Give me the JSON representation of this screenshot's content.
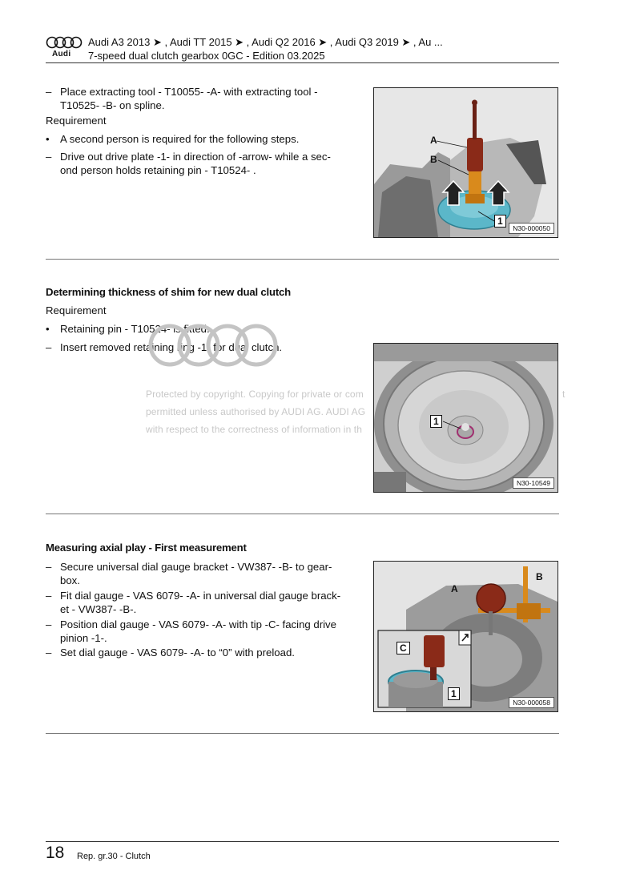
{
  "header": {
    "brand": "Audi",
    "models": "Audi A3 2013 ➤ , Audi TT 2015 ➤ , Audi Q2 2016 ➤ , Audi Q3 2019 ➤ , Au ...",
    "subtitle": "7-speed dual clutch gearbox 0GC - Edition 03.2025"
  },
  "section1": {
    "steps": [
      {
        "marker": "–",
        "lines": [
          "Place extracting tool - T10055- -A- with extracting tool -",
          "T10525- -B- on spline."
        ]
      }
    ],
    "requirement_label": "Requirement",
    "req_items": [
      {
        "marker": "•",
        "lines": [
          "A second person is required for the following steps."
        ]
      },
      {
        "marker": "–",
        "lines": [
          "Drive out drive plate -1- in direction of -arrow- while a sec-",
          "ond person holds retaining pin - T10524- ."
        ]
      }
    ],
    "figure": {
      "id": "N30-000050",
      "labels": [
        "A",
        "B",
        "1"
      ]
    }
  },
  "section2": {
    "heading": "Determining thickness of shim for new dual clutch",
    "requirement_label": "Requirement",
    "items": [
      {
        "marker": "•",
        "lines": [
          "Retaining pin - T10524- is fitted."
        ]
      },
      {
        "marker": "–",
        "lines": [
          "Insert removed retaining ring -1- for dual clutch."
        ]
      }
    ],
    "figure": {
      "id": "N30-10549",
      "labels": [
        "1"
      ]
    }
  },
  "watermark": {
    "lines": [
      "Protected by copyright. Copying for private or com",
      "permitted unless authorised by AUDI AG. AUDI AG",
      "with respect to the correctness of information in th"
    ],
    "trail": "t"
  },
  "section3": {
    "heading": "Measuring axial play - First measurement",
    "items": [
      {
        "marker": "–",
        "lines": [
          "Secure universal dial gauge bracket - VW387- -B- to gear-",
          "box."
        ]
      },
      {
        "marker": "–",
        "lines": [
          "Fit dial gauge - VAS 6079- -A- in universal dial gauge brack-",
          "et - VW387- -B-."
        ]
      },
      {
        "marker": "–",
        "lines": [
          "Position dial gauge - VAS 6079- -A- with tip -C- facing drive",
          "pinion -1-."
        ]
      },
      {
        "marker": "–",
        "lines": [
          "Set dial gauge - VAS 6079- -A- to “0” with preload."
        ]
      }
    ],
    "figure": {
      "id": "N30-000058",
      "labels": [
        "A",
        "B",
        "C",
        "1"
      ]
    }
  },
  "footer": {
    "page_number": "18",
    "section": "Rep. gr.30 - Clutch"
  },
  "colors": {
    "accent_teal": "#5bb7c9",
    "tool_orange": "#d98a1c",
    "dark_red": "#8a2a18"
  }
}
